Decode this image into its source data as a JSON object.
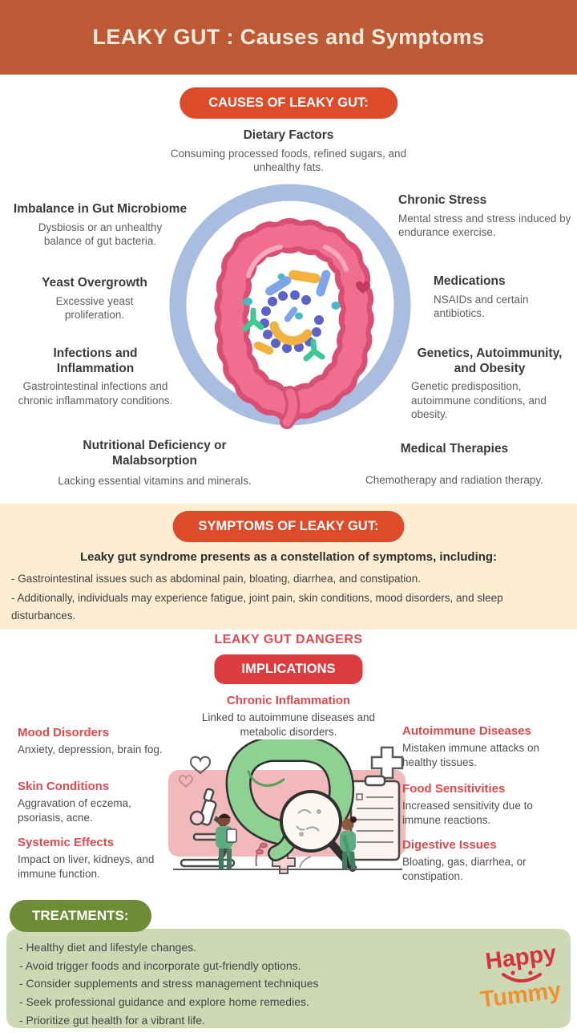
{
  "header": {
    "title": "LEAKY GUT : Causes and Symptoms"
  },
  "causes": {
    "pill": "CAUSES OF LEAKY GUT:",
    "items": [
      {
        "title": "Dietary Factors",
        "desc": "Consuming processed foods, refined sugars, and unhealthy fats."
      },
      {
        "title": "Imbalance in Gut Microbiome",
        "desc": "Dysbiosis or an unhealthy balance of gut bacteria."
      },
      {
        "title": "Chronic Stress",
        "desc": "Mental stress and stress induced by endurance exercise."
      },
      {
        "title": "Yeast Overgrowth",
        "desc": "Excessive yeast proliferation."
      },
      {
        "title": "Medications",
        "desc": "NSAIDs and certain antibiotics."
      },
      {
        "title": "Infections and Inflammation",
        "desc": "Gastrointestinal infections and chronic inflammatory conditions."
      },
      {
        "title": "Genetics, Autoimmunity, and Obesity",
        "desc": "Genetic predisposition, autoimmune conditions, and obesity."
      },
      {
        "title": "Nutritional Deficiency or Malabsorption",
        "desc": "Lacking essential vitamins and minerals."
      },
      {
        "title": "Medical Therapies",
        "desc": "Chemotherapy and radiation therapy."
      }
    ]
  },
  "symptoms": {
    "pill": "SYMPTOMS OF LEAKY GUT:",
    "lead": "Leaky gut syndrome presents as a constellation of symptoms, including:",
    "bullets": [
      "- Gastrointestinal issues such as abdominal pain, bloating, diarrhea, and constipation.",
      "- Additionally, individuals may experience fatigue, joint pain, skin conditions, mood disorders, and sleep disturbances."
    ]
  },
  "dangers": {
    "title": "LEAKY GUT DANGERS",
    "pill": "IMPLICATIONS",
    "center": {
      "title": "Chronic Inflammation",
      "desc": "Linked to autoimmune diseases and metabolic disorders."
    },
    "left": [
      {
        "title": "Mood Disorders",
        "desc": "Anxiety, depression, brain fog."
      },
      {
        "title": "Skin Conditions",
        "desc": "Aggravation of eczema, psoriasis, acne."
      },
      {
        "title": "Systemic Effects",
        "desc": "Impact on liver, kidneys, and immune function."
      }
    ],
    "right": [
      {
        "title": "Autoimmune Diseases",
        "desc": "Mistaken immune attacks on healthy tissues."
      },
      {
        "title": "Food Sensitivities",
        "desc": "Increased sensitivity due to immune reactions."
      },
      {
        "title": "Digestive Issues",
        "desc": "Bloating, gas, diarrhea, or constipation."
      }
    ]
  },
  "treatments": {
    "pill": "TREATMENTS:",
    "bullets": [
      "- Healthy diet and lifestyle changes.",
      "- Avoid trigger foods and incorporate gut-friendly options.",
      "- Consider supplements and stress management techniques",
      "- Seek professional guidance and explore home remedies.",
      "- Prioritize gut health for a vibrant life."
    ]
  },
  "logo": {
    "line1": "Happy",
    "line2": "Tummy"
  },
  "icons": {
    "gut_circle": "gut-circle-illustration",
    "heart": "heart-icon",
    "gut_analysis": "gut-analysis-illustration",
    "microscope": "microscope-icon",
    "magnifier": "magnifier-icon",
    "clipboard": "clipboard-icon",
    "cross": "medical-cross-icon",
    "smile": "smile-icon"
  },
  "colors": {
    "header_bg": "#bd5a36",
    "causes_pill": "#dc4c2b",
    "symptoms_band": "#fcedd3",
    "implications_pill": "#dc3c40",
    "red_heading": "#e2484c",
    "treatments_pill": "#6d8c35",
    "treatments_panel": "#cdd8b5",
    "ring": "#a8bddf",
    "intestine_pink": "#f06f90",
    "intestine_green": "#8fd093",
    "logo_red": "#d63140",
    "logo_orange": "#f0912f"
  }
}
